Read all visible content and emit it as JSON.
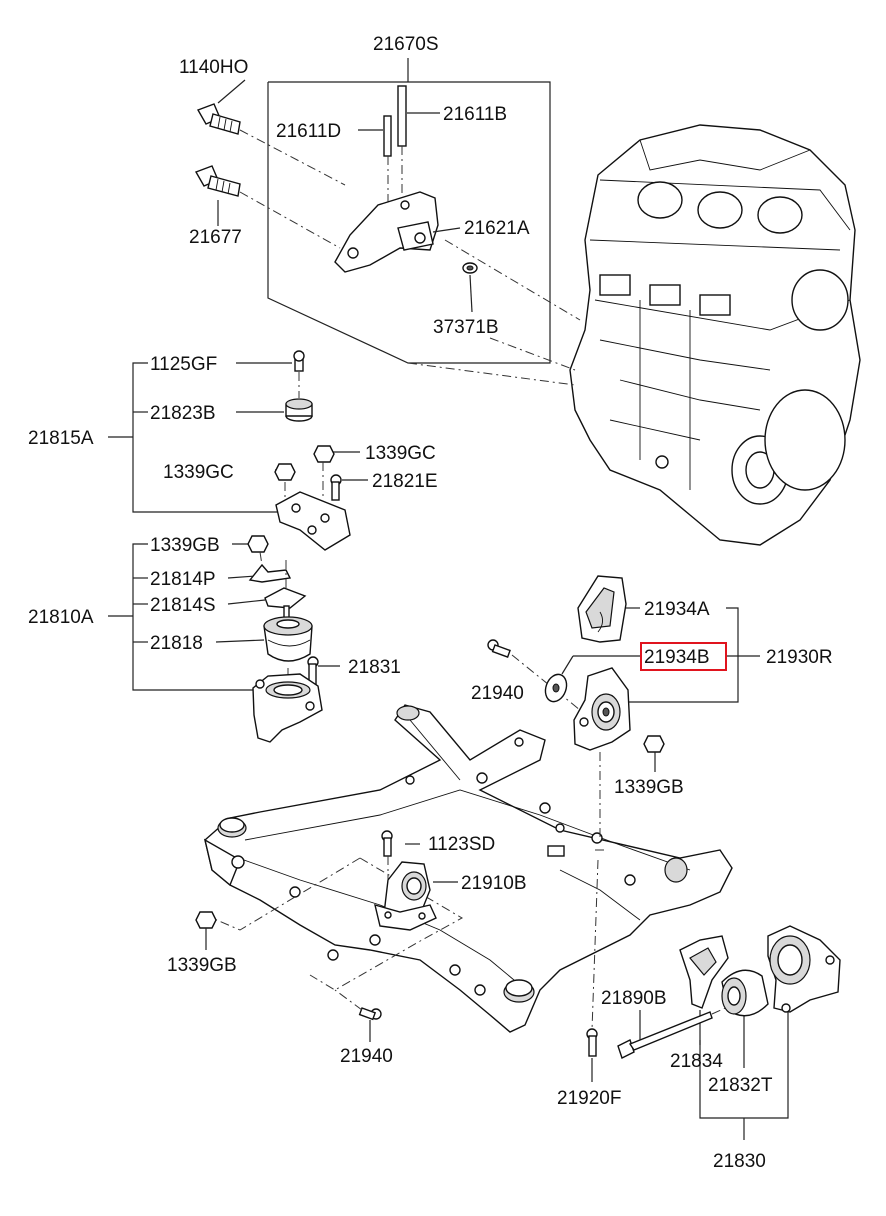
{
  "colors": {
    "highlight": "#e0141e",
    "ink": "#111111",
    "background": "#ffffff"
  },
  "highlighted_part": "21934B",
  "labels": {
    "p21670S": "21670S",
    "p1140HO": "1140HO",
    "p21611D": "21611D",
    "p21611B": "21611B",
    "p21677": "21677",
    "p21621A": "21621A",
    "p37371B": "37371B",
    "p1125GF": "1125GF",
    "p21823B": "21823B",
    "p21815A": "21815A",
    "p1339GC_a": "1339GC",
    "p1339GC_b": "1339GC",
    "p21821E": "21821E",
    "p1339GB_a": "1339GB",
    "p21814P": "21814P",
    "p21814S": "21814S",
    "p21810A": "21810A",
    "p21818": "21818",
    "p21831": "21831",
    "p21934A": "21934A",
    "p21934B": "21934B",
    "p21930R": "21930R",
    "p21940_a": "21940",
    "p1339GB_b": "1339GB",
    "p1123SD": "1123SD",
    "p21910B": "21910B",
    "p1339GB_c": "1339GB",
    "p21890B": "21890B",
    "p21940_b": "21940",
    "p21834": "21834",
    "p21832T": "21832T",
    "p21920F": "21920F",
    "p21830": "21830"
  }
}
